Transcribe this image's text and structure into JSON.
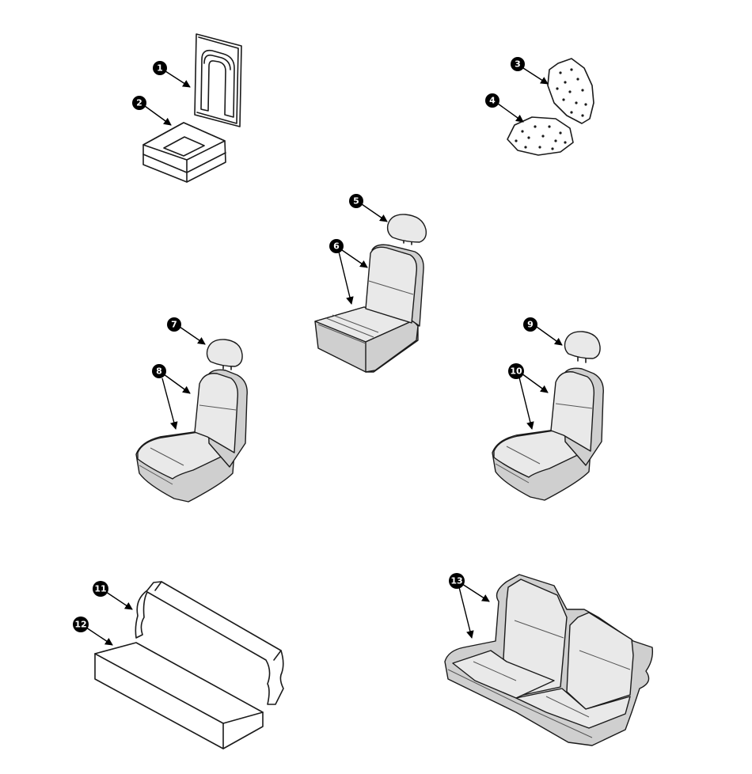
{
  "callouts": [
    {
      "id": "callout-1",
      "label": "1"
    },
    {
      "id": "callout-2",
      "label": "2"
    },
    {
      "id": "callout-3",
      "label": "3"
    },
    {
      "id": "callout-4",
      "label": "4"
    },
    {
      "id": "callout-5",
      "label": "5"
    },
    {
      "id": "callout-6",
      "label": "6"
    },
    {
      "id": "callout-7",
      "label": "7"
    },
    {
      "id": "callout-8",
      "label": "8"
    },
    {
      "id": "callout-9",
      "label": "9"
    },
    {
      "id": "callout-10",
      "label": "10"
    },
    {
      "id": "callout-11",
      "label": "11"
    },
    {
      "id": "callout-12",
      "label": "12"
    },
    {
      "id": "callout-13",
      "label": "13"
    }
  ],
  "colors": {
    "line": "#1a1a1a",
    "fabric_light": "#e9e9e9",
    "fabric_mid": "#cfcfcf",
    "callout": "#000000"
  }
}
